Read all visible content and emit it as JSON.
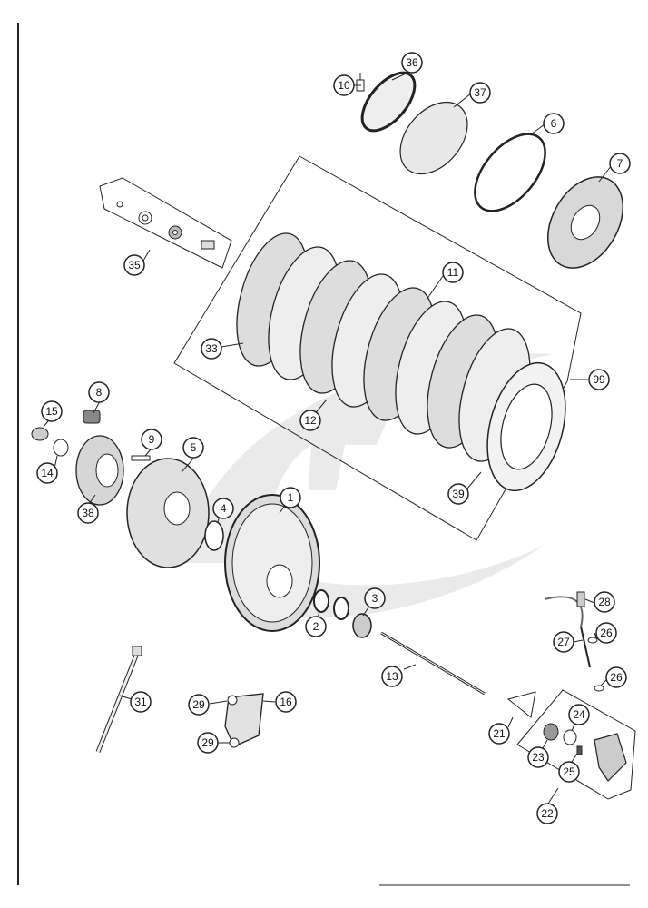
{
  "diagram": {
    "watermark_color": "#d9d9d9",
    "line_color": "#222222",
    "callouts": [
      {
        "id": "c10",
        "label": "10"
      },
      {
        "id": "c36",
        "label": "36"
      },
      {
        "id": "c37",
        "label": "37"
      },
      {
        "id": "c6",
        "label": "6"
      },
      {
        "id": "c7",
        "label": "7"
      },
      {
        "id": "c35",
        "label": "35"
      },
      {
        "id": "c11",
        "label": "11"
      },
      {
        "id": "c33",
        "label": "33"
      },
      {
        "id": "c99",
        "label": "99"
      },
      {
        "id": "c12",
        "label": "12"
      },
      {
        "id": "c39",
        "label": "39"
      },
      {
        "id": "c8",
        "label": "8"
      },
      {
        "id": "c15",
        "label": "15"
      },
      {
        "id": "c9",
        "label": "9"
      },
      {
        "id": "c5",
        "label": "5"
      },
      {
        "id": "c14",
        "label": "14"
      },
      {
        "id": "c38",
        "label": "38"
      },
      {
        "id": "c4",
        "label": "4"
      },
      {
        "id": "c1",
        "label": "1"
      },
      {
        "id": "c3",
        "label": "3"
      },
      {
        "id": "c2",
        "label": "2"
      },
      {
        "id": "c28",
        "label": "28"
      },
      {
        "id": "c26a",
        "label": "26"
      },
      {
        "id": "c27",
        "label": "27"
      },
      {
        "id": "c26b",
        "label": "26"
      },
      {
        "id": "c13",
        "label": "13"
      },
      {
        "id": "c31",
        "label": "31"
      },
      {
        "id": "c29a",
        "label": "29"
      },
      {
        "id": "c16",
        "label": "16"
      },
      {
        "id": "c29b",
        "label": "29"
      },
      {
        "id": "c24",
        "label": "24"
      },
      {
        "id": "c21",
        "label": "21"
      },
      {
        "id": "c23",
        "label": "23"
      },
      {
        "id": "c25",
        "label": "25"
      },
      {
        "id": "c22",
        "label": "22"
      }
    ]
  }
}
